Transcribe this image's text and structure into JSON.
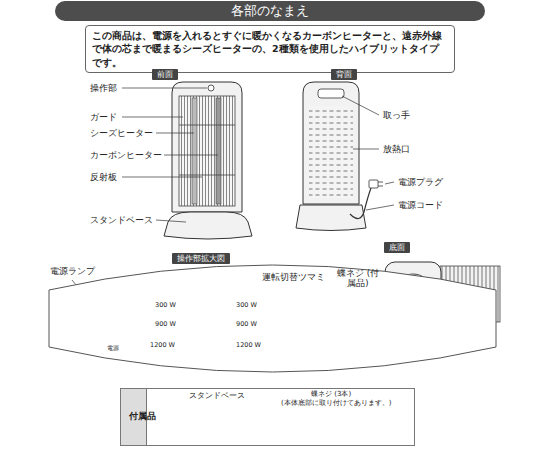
{
  "diagram": {
    "title": "各部のなまえ",
    "nodes": [
      {
        "text": [
          "この商品は、電源を入れるとすぐに暖かくなるカーボンヒーターと、遠赤外線で体の芯まで暖まるシーズヒーターの、2種類を使用したハイブリットタイプです。"
        ]
      },
      {
        "text": [
          "前面"
        ]
      },
      {
        "text": [
          "背面"
        ]
      },
      {
        "text": [
          "底面"
        ]
      },
      {
        "text": [
          "操作部拡大図"
        ]
      },
      {
        "text": [
          "300 W",
          "900 W",
          "1200 W",
          "300 W",
          "900 W",
          "1200 W",
          "電源"
        ]
      },
      {
        "text": [
          "スタンドベース",
          "蝶ネジ (3本)",
          "(本体底部に取り付けてあります。)"
        ]
      },
      {
        "text": [
          "付属品"
        ],
        "in": 6
      }
    ],
    "labels": [
      "操作部",
      "ガード",
      "シーズヒーター",
      "カーボンヒーター",
      "反射板",
      "スタンドベース",
      "取っ手",
      "放熱口",
      "電源プラグ",
      "電源コード",
      "蝶ネジ (付属品)",
      "電源ランプ",
      "運転切替ツマミ"
    ]
  }
}
